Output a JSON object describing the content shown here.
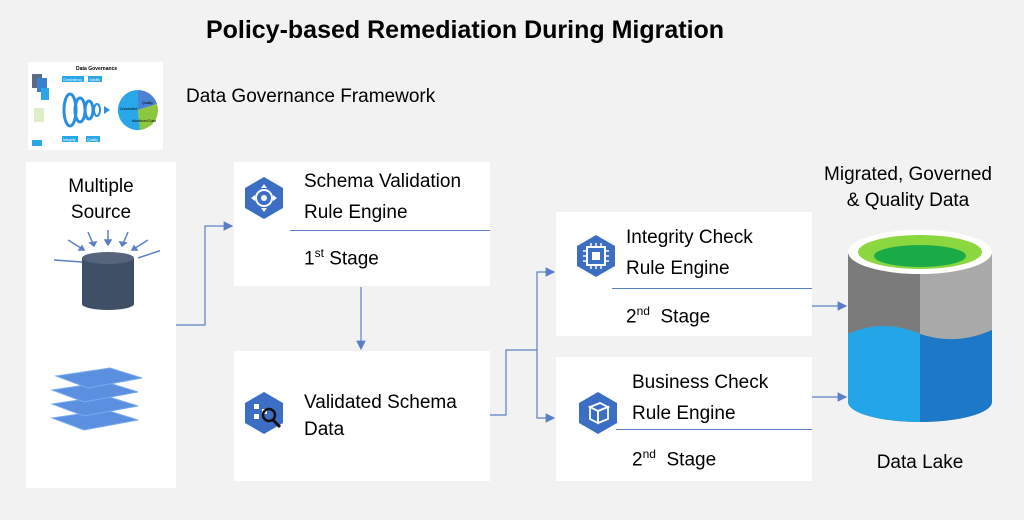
{
  "title": "Policy-based Remediation During Migration",
  "framework": {
    "label": "Data Governance Framework",
    "thumbnail_title": "Data Governance",
    "thumbnail_tags": [
      "Consistency",
      "Validity",
      "Integrity",
      "Quality"
    ],
    "pie_labels": [
      "Connected",
      "Quality",
      "Monitored Data"
    ]
  },
  "source": {
    "label_line1": "Multiple",
    "label_line2": "Source"
  },
  "schema_validation": {
    "line1": "Schema Validation",
    "line2": "Rule Engine",
    "stage_num": "1",
    "stage_sup": "st",
    "stage_word": "Stage"
  },
  "validated_schema": {
    "line1": "Validated Schema",
    "line2": "Data"
  },
  "integrity_check": {
    "line1": "Integrity Check",
    "line2": "Rule Engine",
    "stage_num": "2",
    "stage_sup": "nd",
    "stage_word": "Stage"
  },
  "business_check": {
    "line1": "Business Check",
    "line2": "Rule Engine",
    "stage_num": "2",
    "stage_sup": "nd",
    "stage_word": "Stage"
  },
  "output": {
    "heading_line1": "Migrated, Governed",
    "heading_line2": "& Quality Data",
    "caption": "Data Lake"
  },
  "colors": {
    "connector": "#5b7fc7",
    "hex_icon": "#3c6fc4",
    "lake_grey_left": "#7b7b7b",
    "lake_grey_right": "#a9a9a9",
    "lake_blue_left": "#22a6e8",
    "lake_blue_right": "#1d78c8",
    "lake_top_green": "#2fb84a"
  }
}
